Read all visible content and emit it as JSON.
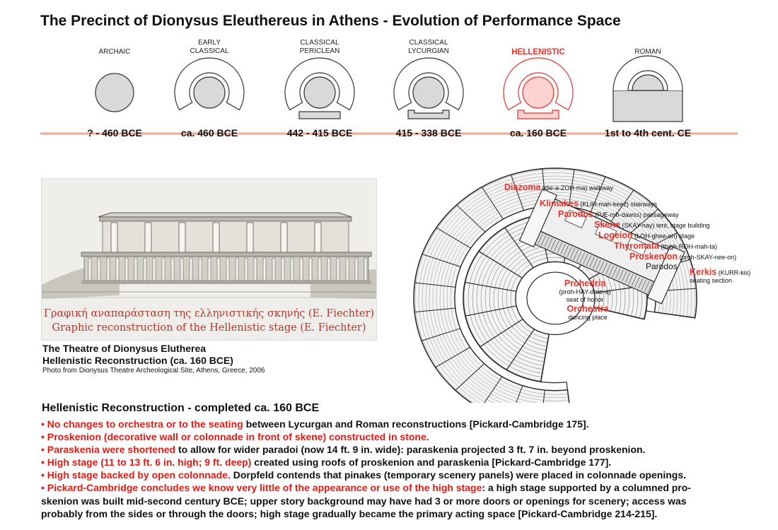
{
  "title": "The Precinct of Dionysus Eleuthereus in Athens - Evolution of Performance Space",
  "timeline": {
    "eras": [
      {
        "label_lines": [
          "ARCHAIC"
        ],
        "date": "? - 460 BCE",
        "highlight": false
      },
      {
        "label_lines": [
          "EARLY",
          "CLASSICAL"
        ],
        "date": "ca. 460 BCE",
        "highlight": false
      },
      {
        "label_lines": [
          "CLASSICAL",
          "PERICLEAN"
        ],
        "date": "442 - 415 BCE",
        "highlight": false
      },
      {
        "label_lines": [
          "CLASSICAL",
          "LYCURGIAN"
        ],
        "date": "415 - 338 BCE",
        "highlight": false
      },
      {
        "label_lines": [
          "HELLENISTIC"
        ],
        "date": "ca. 160 BCE",
        "highlight": true
      },
      {
        "label_lines": [
          "ROMAN"
        ],
        "date": "1st to 4th cent. CE",
        "highlight": false
      }
    ],
    "highlight_color": "#e8322a",
    "line_color": "#f4a78a"
  },
  "photo": {
    "greek_caption": "Γραφική αναπαράσταση της ελληνιστικής σκηνής (E. Fiechter)",
    "english_caption": "Graphic reconstruction of the Hellenistic stage (E. Fiechter)"
  },
  "photo_caption": {
    "line1": "The Theatre of Dionysus Elutherea",
    "line2": "Hellenistic Reconstruction (ca. 160 BCE)",
    "credit": "Photo from Dionysus Theatre Archeological Site, Athens, Greece, 2006"
  },
  "theatre_labels": {
    "diazoma": {
      "term": "Diazoma",
      "gloss": "(die-a-ZOH-ma) walkway"
    },
    "klimakes": {
      "term": "Klimakes",
      "gloss": "(KLIH-mah-keez) stairways"
    },
    "parodos": {
      "term": "Parodos",
      "gloss": "(PÆ-roh-dawss) passageway"
    },
    "skene": {
      "term": "Skene",
      "gloss": "(SKAY-nay) tent, stage building"
    },
    "logeion": {
      "term": "Logeion",
      "gloss": "(LOH-ghee-on) stage"
    },
    "thyromata": {
      "term": "Thyromata",
      "gloss": "(thigh-ROH-mah-ta)"
    },
    "proskenion": {
      "term": "Proskenion",
      "gloss": "(proh-SKAY-nee-on)"
    },
    "parodos2": {
      "term": "Parodos"
    },
    "kerkis": {
      "term": "Kerkis",
      "gloss1": "(KURR-kis)",
      "gloss2": "seating section"
    },
    "prohedria": {
      "term": "Prohedria",
      "gloss1": "(proh-HAY-dree-a)",
      "gloss2": "seat of honor"
    },
    "orchestra": {
      "term": "Orchestra",
      "gloss": "dancing place"
    }
  },
  "section_title": "Hellenistic Reconstruction - completed ca. 160 BCE",
  "bullets": [
    {
      "red": "• No changes to orchestra or to the seating",
      "rest": " between Lycurgan and Roman reconstructions [Pickard-Cambridge 175]."
    },
    {
      "red": "• Proskenion (decorative wall or colonnade in front of skene) constructed in stone.",
      "rest": ""
    },
    {
      "red": "• Paraskenia were shortened",
      "rest": " to allow for wider paradoi (now 14 ft. 9 in. wide): paraskenia projected 3 ft. 7 in. beyond proskenion."
    },
    {
      "red": "• High stage (11 to 13 ft. 6 in. high; 9 ft. deep)",
      "rest": " created using roofs of proskenion and paraskenia [Pickard-Cambridge 177]."
    },
    {
      "red": "• High stage backed by open colonnade.",
      "rest": " Dorpfeld contends that pinakes (temporary scenery panels) were placed in colonnade openings."
    },
    {
      "red": "• Pickard-Cambridge concludes we know very little of the appearance or use of the high stage",
      "rest": ": a high stage supported by a columned pro-"
    },
    {
      "red": "",
      "rest": "skenion was built mid-second century BCE; upper story background may have had 3 or more doors or openings for scenery; access was"
    },
    {
      "red": "",
      "rest": "probably from the sides or through the doors; high stage gradually became the primary acting space [Pickard-Cambridge 214-215]."
    }
  ]
}
